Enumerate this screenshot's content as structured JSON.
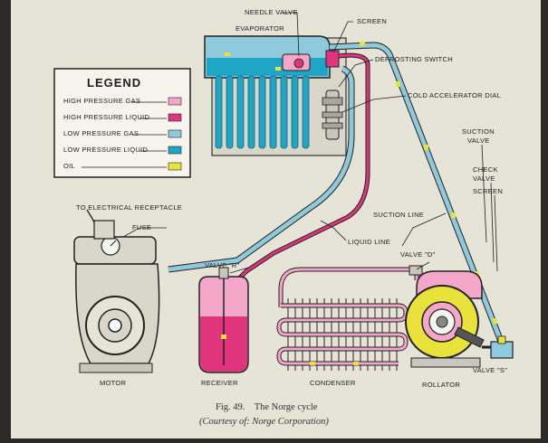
{
  "legend": {
    "title": "LEGEND",
    "items": [
      {
        "label": "HIGH PRESSURE GAS",
        "color": "#f4a7c8"
      },
      {
        "label": "HIGH PRESSURE LIQUID",
        "color": "#e0357d"
      },
      {
        "label": "LOW PRESSURE GAS",
        "color": "#8fc9dc"
      },
      {
        "label": "LOW PRESSURE LIQUID",
        "color": "#1fa6c6"
      },
      {
        "label": "OIL",
        "color": "#e8e23a"
      }
    ]
  },
  "labels": {
    "needle_valve": "NEEDLE VALVE",
    "evaporator": "EVAPORATOR",
    "screen_top": "SCREEN",
    "defrosting_switch": "DEFROSTING SWITCH",
    "cold_accelerator_dial": "COLD ACCELERATOR DIAL",
    "suction_valve_1": "SUCTION",
    "suction_valve_2": "VALVE",
    "check_valve_1": "CHECK",
    "check_valve_2": "VALVE",
    "screen_right": "SCREEN",
    "electrical_receptacle": "TO ELECTRICAL RECEPTACLE",
    "fuse": "FUSE",
    "suction_line": "SUCTION LINE",
    "liquid_line": "LIQUID LINE",
    "valve_r": "VALVE \"R\"",
    "valve_d": "VALVE \"D\"",
    "valve_s": "VALVE \"S\"",
    "motor": "MOTOR",
    "receiver": "RECEIVER",
    "condenser": "CONDENSER",
    "rollator": "ROLLATOR"
  },
  "caption": {
    "line1": "Fig. 49.    The Norge cycle",
    "line2": "(Courtesy of: Norge Corporation)"
  }
}
